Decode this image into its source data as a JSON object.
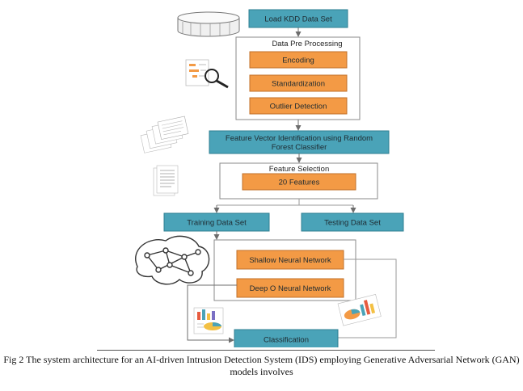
{
  "nodes": {
    "load": "Load KDD Data Set",
    "preprocessing": "Data Pre Processing",
    "encoding": "Encoding",
    "standardization": "Standardization",
    "outlier": "Outlier Detection",
    "feature_vector_line1": "Feature Vector Identification using Random",
    "feature_vector_line2": "Forest Classifier",
    "feature_selection": "Feature Selection",
    "features20": "20 Features",
    "training": "Training Data Set",
    "testing": "Testing Data Set",
    "shallow": "Shallow Neural Network",
    "deep": "Deep O Neural Network",
    "classification": "Classification"
  },
  "caption": {
    "line1": "Fig 2 The system architecture for an AI-driven Intrusion Detection System (IDS) employing Generative Adversarial Network (GAN)",
    "line2": "models involves"
  },
  "colors": {
    "teal": "#4aa3b8",
    "orange": "#f39a45",
    "frame": "#8a8a8a"
  },
  "icons": [
    "database-icon",
    "search-document-icon",
    "stacked-documents-icon",
    "document-list-icon",
    "neural-brain-icon",
    "bar-chart-report-icon",
    "pie-chart-report-icon"
  ]
}
